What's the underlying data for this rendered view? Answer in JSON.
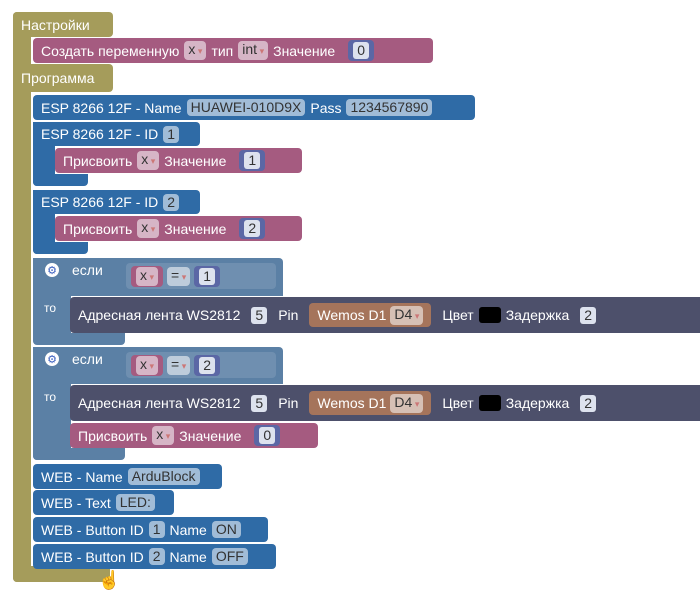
{
  "setup": {
    "label": "Настройки",
    "create_var": {
      "label": "Создать переменную",
      "var": "x",
      "type_label": "тип",
      "type": "int",
      "value_label": "Значение",
      "value": "0"
    }
  },
  "program": {
    "label": "Программа",
    "esp_name": {
      "label": "ESP 8266 12F - Name",
      "name": "HUAWEI-010D9X",
      "pass_label": "Pass",
      "pass": "1234567890"
    },
    "esp_id1": {
      "label": "ESP 8266 12F - ID",
      "id": "1",
      "assign": {
        "label": "Присвоить",
        "var": "x",
        "value_label": "Значение",
        "value": "1"
      }
    },
    "esp_id2": {
      "label": "ESP 8266 12F - ID",
      "id": "2",
      "assign": {
        "label": "Присвоить",
        "var": "x",
        "value_label": "Значение",
        "value": "2"
      }
    },
    "if1": {
      "if_label": "если",
      "then_label": "то",
      "var": "x",
      "op": "=",
      "value": "1",
      "strip": {
        "label": "Адресная лента WS2812",
        "count": "5",
        "pin_label": "Pin",
        "board": "Wemos D1",
        "pin": "D4",
        "color_label": "Цвет",
        "color": "#000000",
        "delay_label": "Задержка",
        "delay": "2"
      }
    },
    "if2": {
      "if_label": "если",
      "then_label": "то",
      "var": "x",
      "op": "=",
      "value": "2",
      "strip": {
        "label": "Адресная лента WS2812",
        "count": "5",
        "pin_label": "Pin",
        "board": "Wemos D1",
        "pin": "D4",
        "color_label": "Цвет",
        "color": "#000000",
        "delay_label": "Задержка",
        "delay": "2"
      },
      "assign": {
        "label": "Присвоить",
        "var": "x",
        "value_label": "Значение",
        "value": "0"
      }
    },
    "web_name": {
      "label": "WEB - Name",
      "value": "ArduBlock"
    },
    "web_text": {
      "label": "WEB - Text",
      "value": "LED:"
    },
    "web_btn1": {
      "label": "WEB - Button ID",
      "id": "1",
      "name_label": "Name",
      "name": "ON"
    },
    "web_btn2": {
      "label": "WEB - Button ID",
      "id": "2",
      "name_label": "Name",
      "name": "OFF"
    }
  }
}
